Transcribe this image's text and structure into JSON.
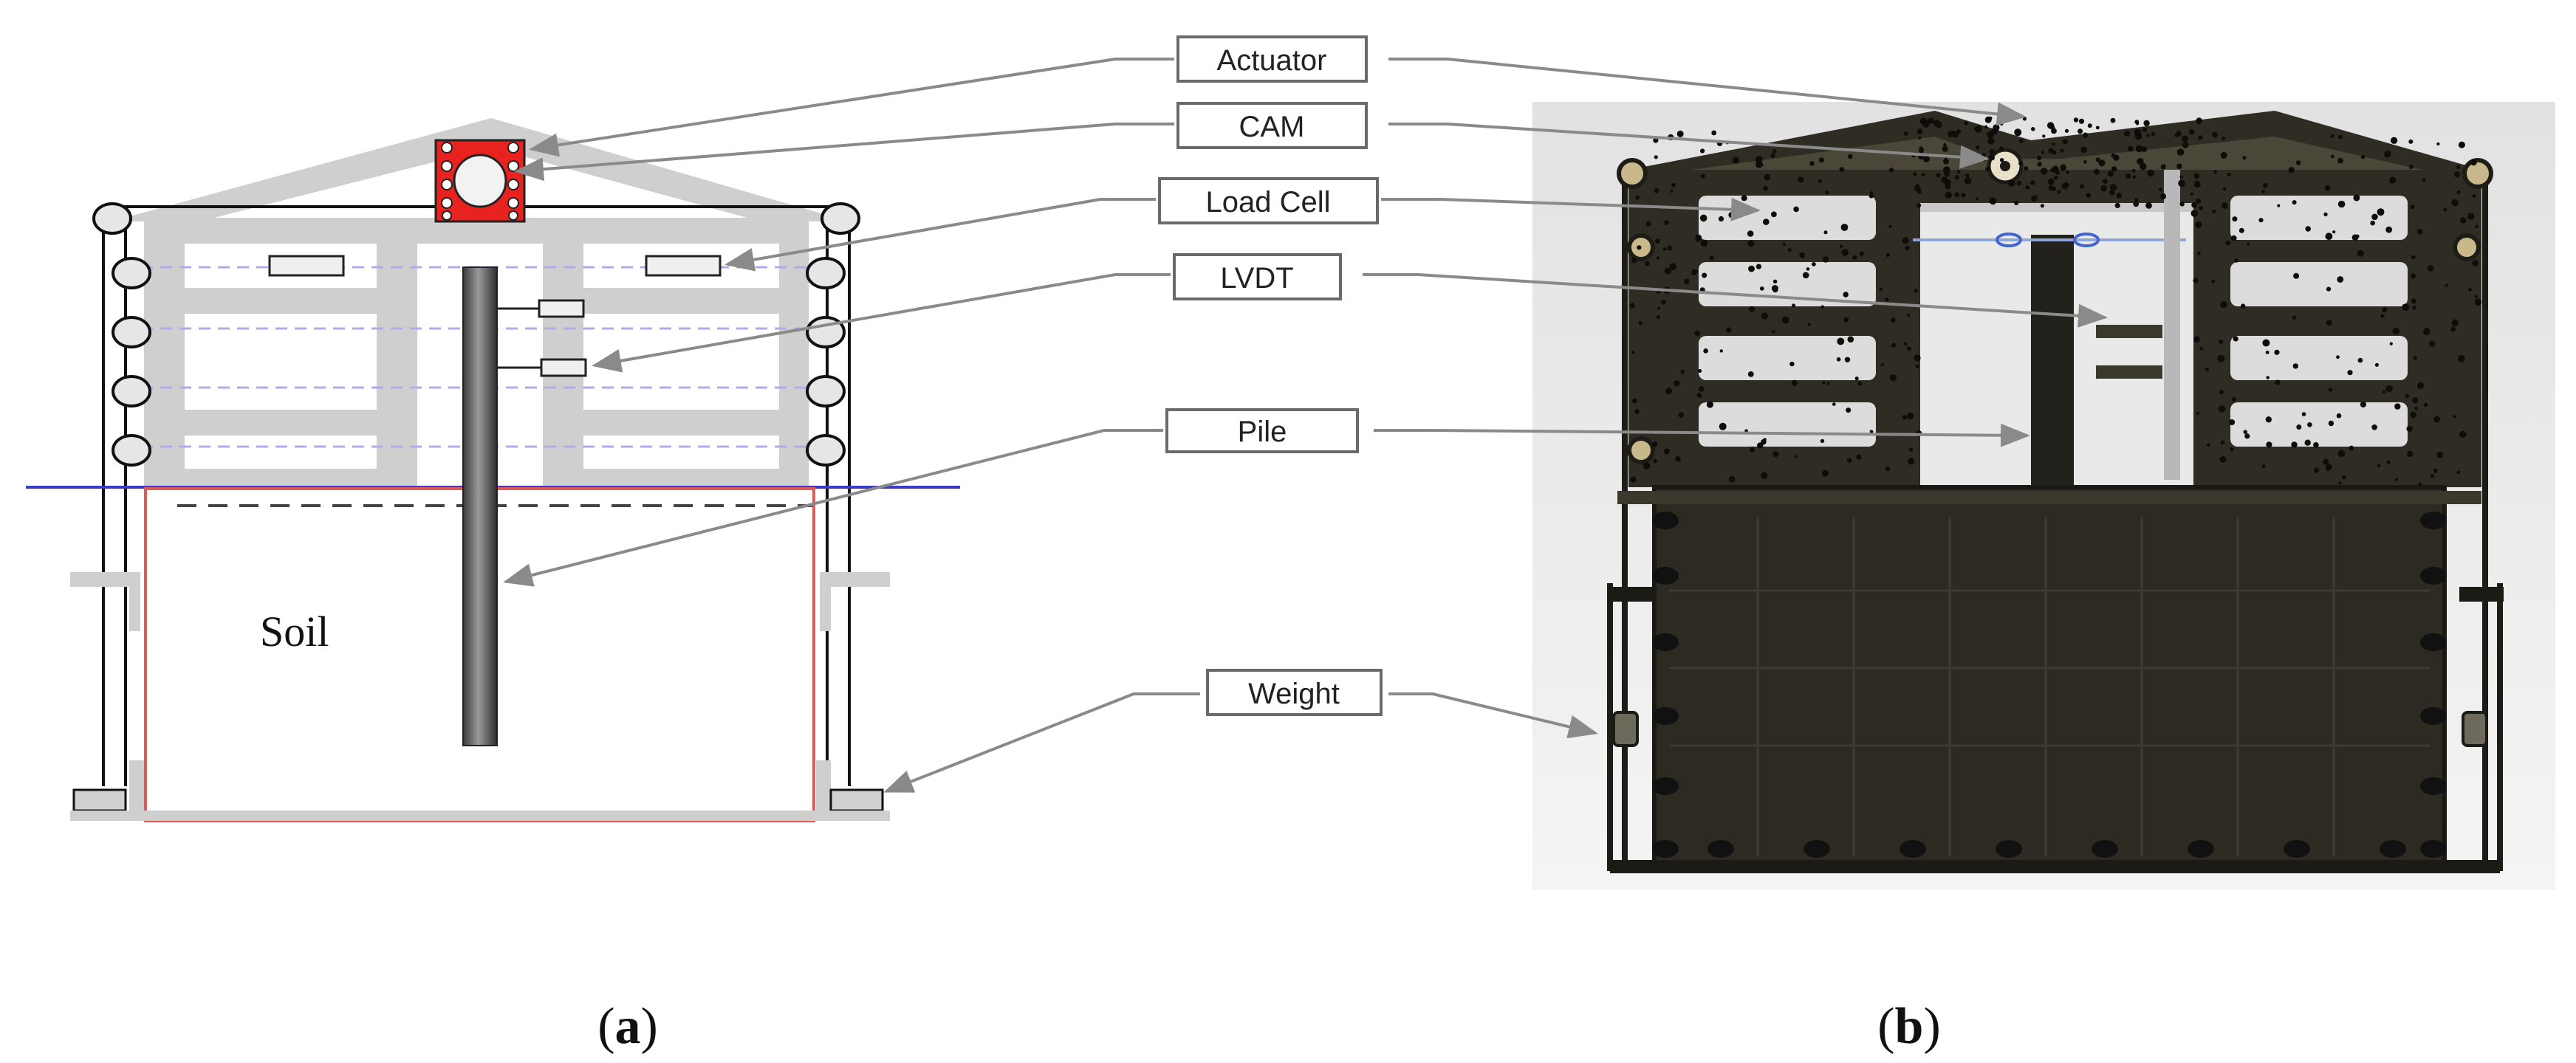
{
  "labels": {
    "actuator": "Actuator",
    "cam": "CAM",
    "load_cell": "Load Cell",
    "lvdt": "LVDT",
    "pile": "Pile",
    "weight": "Weight"
  },
  "soil_label": "Soil",
  "captions": {
    "a": "a",
    "b": "b"
  },
  "colors": {
    "frame_gray": "#cfcfcf",
    "actuator_red": "#e8221e",
    "water_line": "#3a3ac8",
    "soil_box": "#e05a5a",
    "dashed_guides": "#b9a8e8",
    "model_dark": "#2f2c24",
    "arrow_gray": "#8a8a8a"
  }
}
